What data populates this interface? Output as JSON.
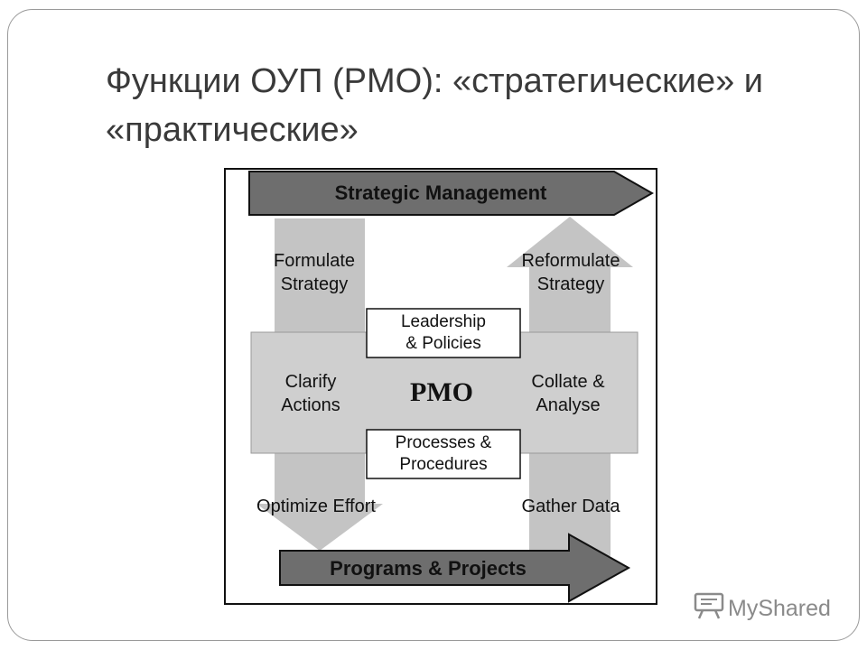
{
  "slide": {
    "title": "Функции ОУП (PMO): «стратегические» и «практические»"
  },
  "diagram": {
    "top_banner": "Strategic Management",
    "bottom_banner": "Programs & Projects",
    "left_top_label": "Formulate\nStrategy",
    "right_top_label": "Reformulate\nStrategy",
    "leadership_box": "Leadership\n& Policies",
    "clarify_label": "Clarify\nActions",
    "center_label": "PMO",
    "collate_label": "Collate &\nAnalyse",
    "processes_box": "Processes &\nProcedures",
    "left_bottom_label": "Optimize Effort",
    "right_bottom_label": "Gather Data"
  },
  "watermark": {
    "brand": "MyShared",
    "icon": "projector-icon"
  }
}
